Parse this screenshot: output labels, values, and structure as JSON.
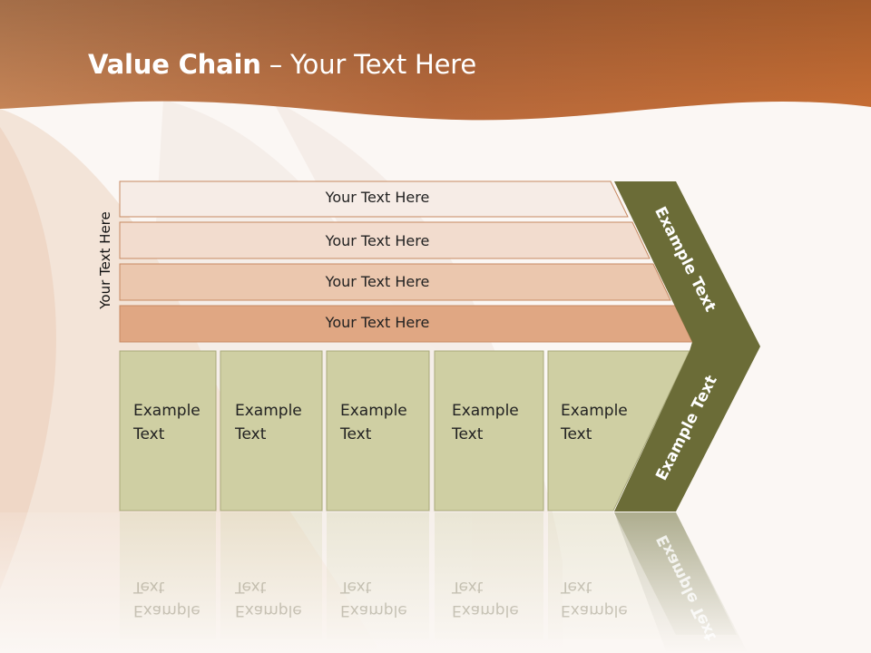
{
  "title": {
    "bold": "Value Chain",
    "rest": " – Your Text Here"
  },
  "side_label": "Your Text Here",
  "bars": [
    "Your Text Here",
    "Your Text Here",
    "Your Text Here",
    "Your Text Here"
  ],
  "boxes": [
    {
      "line1": "Example",
      "line2": "Text"
    },
    {
      "line1": "Example",
      "line2": "Text"
    },
    {
      "line1": "Example",
      "line2": "Text"
    },
    {
      "line1": "Example",
      "line2": "Text"
    },
    {
      "line1": "Example",
      "line2": "Text"
    }
  ],
  "arrow": {
    "top_label": "Example Text",
    "bottom_label": "Example Text"
  },
  "colors": {
    "header": "#c27040",
    "bar1": "#f6ece6",
    "bar2": "#f2dcce",
    "bar3": "#ebc7ae",
    "bar4": "#e0a783",
    "box": "#cfcfa3",
    "arrow": "#6b6c37"
  }
}
